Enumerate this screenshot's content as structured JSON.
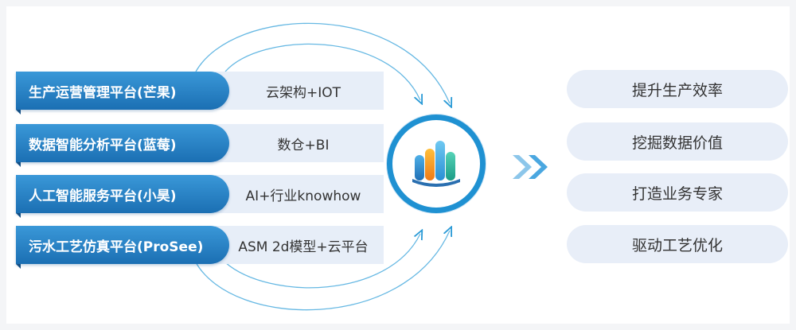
{
  "platforms": [
    {
      "name": "生产运营管理平台(芒果)",
      "tech": "云架构+IOT"
    },
    {
      "name": "数据智能分析平台(蓝莓)",
      "tech": "数仓+BI"
    },
    {
      "name": "人工智能服务平台(小昊)",
      "tech": "AI+行业knowhow"
    },
    {
      "name": "污水工艺仿真平台(ProSee)",
      "tech": "ASM 2d模型+云平台"
    }
  ],
  "hub": {
    "icon": "bar-chart-icon"
  },
  "outcomes": [
    "提升生产效率",
    "挖掘数据价值",
    "打造业务专家",
    "驱动工艺优化"
  ],
  "colors": {
    "primary": "#1b6fb3",
    "accent": "#1f91d2",
    "box": "#e7eef8"
  }
}
